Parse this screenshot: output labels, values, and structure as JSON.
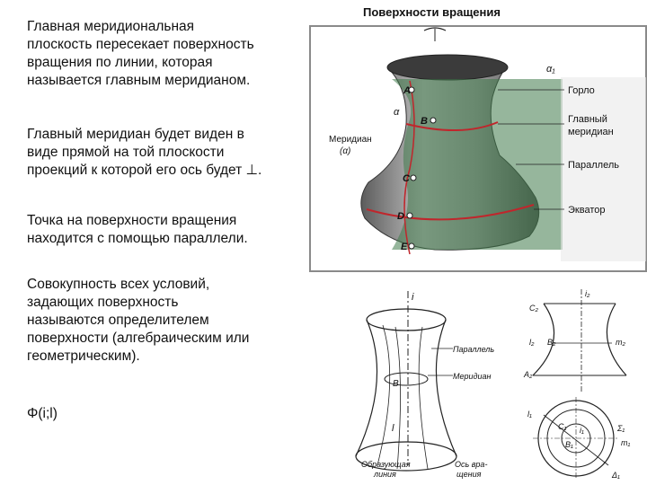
{
  "title": "Поверхности вращения",
  "paragraphs": [
    "Главная меридиональная\nплоскость пересекает поверхность\nвращения по линии, которая\nназывается главным меридианом.",
    "Главный меридиан будет виден в\nвиде прямой на той плоскости\nпроекций к которой его ось будет ⊥.",
    "Точка на поверхности вращения\nнаходится с помощью параллели.",
    "Совокупность всех условий,\nзадающих поверхность\nназываются определителем\nповерхности (алгебраическим или\nгеометрическим).",
    "Φ(i;l)"
  ],
  "vase_figure": {
    "plane_label": "α",
    "plane_label_right": "α₁",
    "points": [
      "A",
      "B",
      "C",
      "D",
      "E"
    ],
    "meridian_label": "Меридиан",
    "meridian_sub": "(α)",
    "callouts": [
      "Горло",
      "Главный",
      "меридиан",
      "Параллель",
      "Экватор"
    ]
  },
  "hyperboloid_figure": {
    "axis_label": "i",
    "point_label": "B",
    "curve_label": "l",
    "callouts": [
      "Параллель",
      "Меридиан"
    ],
    "bottom_labels": [
      "Образующая",
      "линия",
      "Ось вра-",
      "щения"
    ]
  },
  "projection_figure": {
    "top_labels": [
      "i₂",
      "C₂",
      "l₂",
      "B₂",
      "m₂",
      "A₂"
    ],
    "bottom_labels": [
      "l₁",
      "C₁",
      "i₁",
      "B₁",
      "Σ₁",
      "m₁",
      "Δ₁"
    ]
  },
  "colors": {
    "vase_body": "#8f8f8f",
    "plane": "#3f7a4a",
    "red_line": "#c0262c",
    "frame": "#8a8a8a"
  }
}
